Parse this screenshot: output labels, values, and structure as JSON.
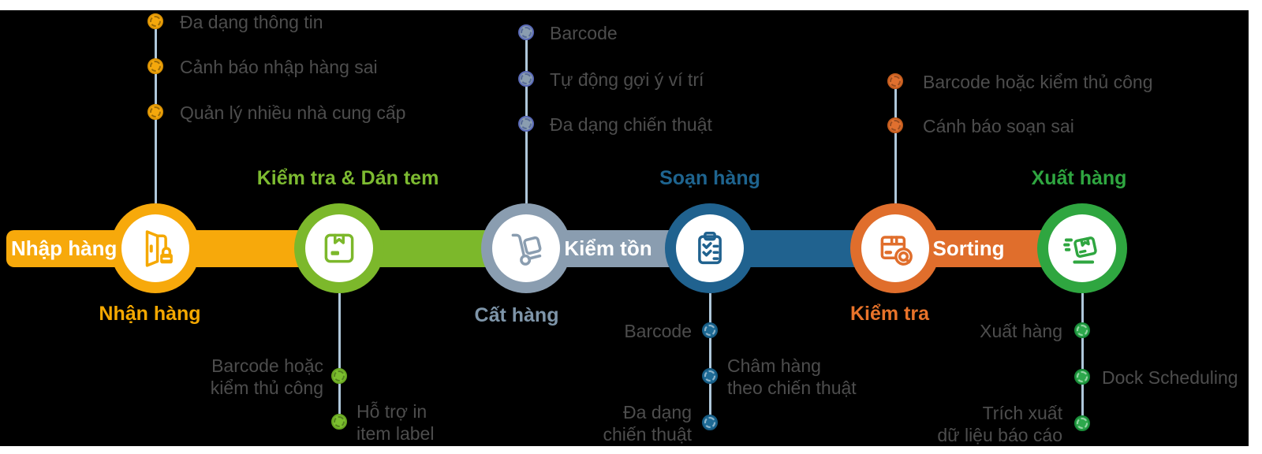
{
  "colors": {
    "step1_orange": "#F5A800",
    "step2_green": "#7CB82B",
    "step3_gray_blue": "#8A9DB0",
    "step4_dark_blue": "#20628F",
    "step5_dark_orange": "#E06E2C",
    "step6_green": "#2FA640",
    "connector_line": "#AFC7DA",
    "feature_text": "#4D4D4D",
    "band_label_text": "#FFFFFF"
  },
  "flow": {
    "band_labels": [
      {
        "text": "Nhập hàng"
      },
      {
        "text": "Kiểm tồn"
      },
      {
        "text": "Sorting"
      }
    ],
    "steps": [
      {
        "title": "Nhận hàng",
        "icon": "door-lock-icon",
        "features": [
          {
            "text": "Đa dạng thông tin"
          },
          {
            "text": "Cảnh báo nhập hàng sai"
          },
          {
            "text": "Quản lý nhiều nhà cung cấp"
          }
        ]
      },
      {
        "title": "Kiểm tra & Dán tem",
        "icon": "package-icon",
        "features": [
          {
            "text": "Barcode hoặc\nkiểm thủ công"
          },
          {
            "text": "Hỗ trợ in\nitem label"
          }
        ]
      },
      {
        "title": "Cất hàng",
        "icon": "hand-truck-icon",
        "features": [
          {
            "text": "Barcode"
          },
          {
            "text": "Tự động gợi ý ví trí"
          },
          {
            "text": "Đa dạng chiến thuật"
          }
        ]
      },
      {
        "title": "Soạn hàng",
        "icon": "clipboard-checklist-icon",
        "features": [
          {
            "text": "Barcode"
          },
          {
            "text": "Châm hàng\ntheo chiến thuật"
          },
          {
            "text": "Đa dạng\nchiến thuật"
          }
        ]
      },
      {
        "title": "Kiểm tra",
        "icon": "box-search-icon",
        "features": [
          {
            "text": "Barcode hoặc kiểm thủ công"
          },
          {
            "text": "Cánh báo soạn sai"
          }
        ]
      },
      {
        "title": "Xuất hàng",
        "icon": "box-ship-icon",
        "features": [
          {
            "text": "Xuất hàng"
          },
          {
            "text": "Dock Scheduling"
          },
          {
            "text": "Trích xuất\ndữ liệu báo cáo"
          }
        ]
      }
    ]
  }
}
